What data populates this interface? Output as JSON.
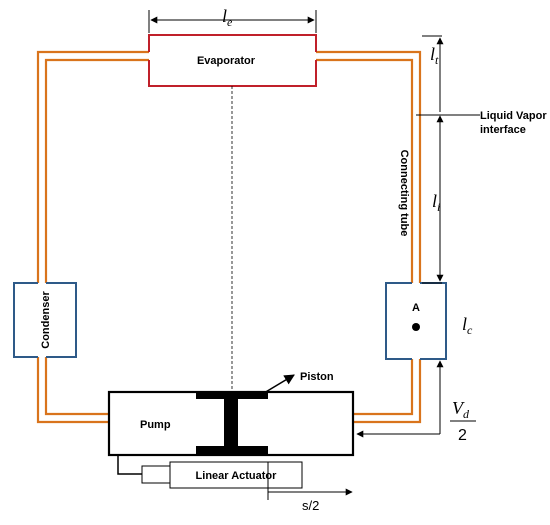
{
  "labels": {
    "evaporator": "Evaporator",
    "condenser": "Condenser",
    "connecting_tube": "Connecting tube",
    "liquid_vapor_line1": "Liquid Vapor",
    "liquid_vapor_line2": "interface",
    "point_a": "A",
    "pump": "Pump",
    "piston": "Piston",
    "linear_actuator": "Linear Actuator",
    "stroke": "s/2"
  },
  "symbols": {
    "le": {
      "base": "l",
      "sub": "e"
    },
    "lt": {
      "base": "l",
      "sub": "t"
    },
    "li": {
      "base": "l",
      "sub": "i"
    },
    "lc": {
      "base": "l",
      "sub": "c"
    },
    "vd": {
      "num_base": "V",
      "num_sub": "d",
      "den": "2"
    }
  },
  "colors": {
    "tube": "#d9741c",
    "evaporator": "#c0202a",
    "heat_exchanger": "#2e5a88",
    "structure": "#000000"
  }
}
